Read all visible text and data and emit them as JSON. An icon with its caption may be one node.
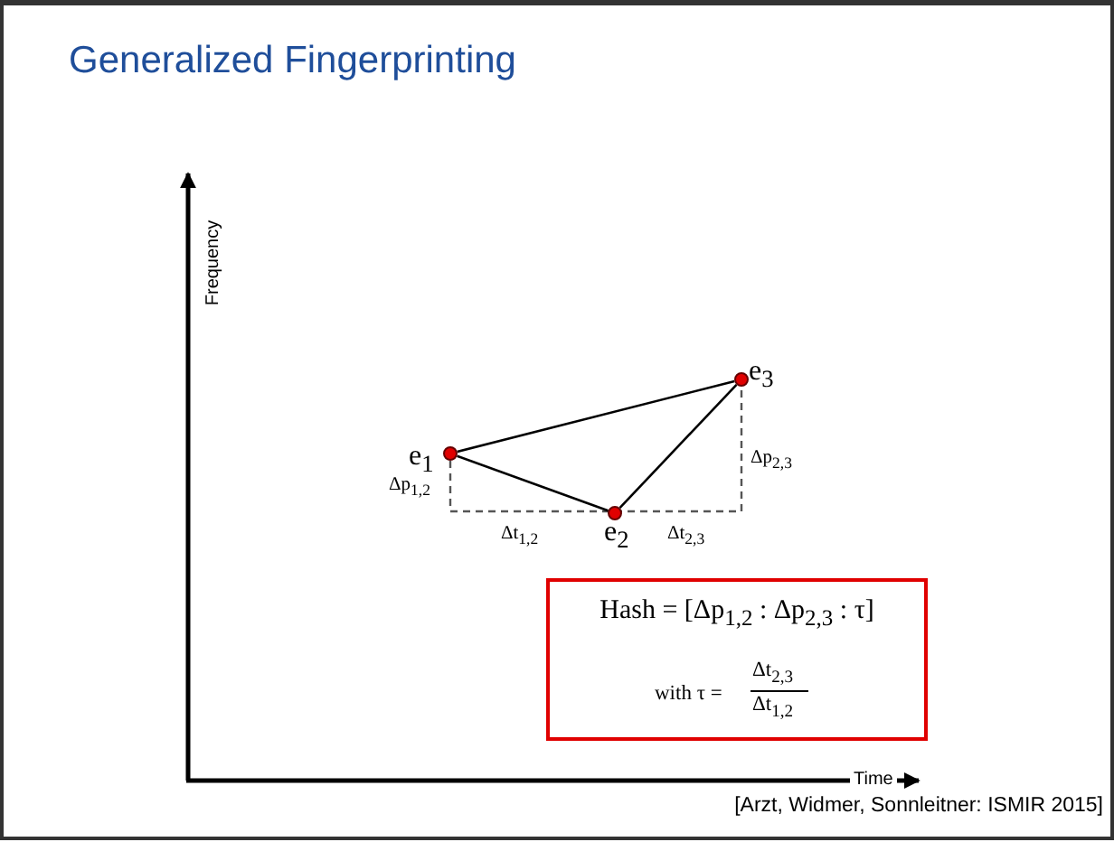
{
  "diagram": {
    "title": "Generalized Fingerprinting",
    "caption": "[Arzt, Widmer, Sonnleitner: ISMIR 2015]",
    "nodes": [
      {
        "text": [],
        "shape": "circle",
        "beside": [
          "e$_{1}$"
        ]
      },
      {
        "text": [],
        "shape": "circle",
        "beside": [
          "e$_{2}$"
        ]
      },
      {
        "text": [],
        "shape": "circle",
        "beside": [
          "e$_{3}$"
        ]
      },
      {
        "text": [
          "Hash = [Δp$_{1,2}$ : Δp$_{2,3}$ : τ]",
          "with τ =",
          "Δt$_{2,3}$",
          "Δt$_{1,2}$"
        ]
      }
    ],
    "edges": [
      {
        "from": 0,
        "to": 2,
        "arrow": "none"
      },
      {
        "from": 0,
        "to": 1,
        "arrow": "none"
      },
      {
        "from": 1,
        "to": 2,
        "arrow": "none"
      }
    ],
    "labels": [
      "Frequency",
      "Δp$_{1,2}$",
      "Δp$_{2,3}$",
      "Δt$_{1,2}$",
      "Δt$_{2,3}$",
      "Time"
    ]
  }
}
